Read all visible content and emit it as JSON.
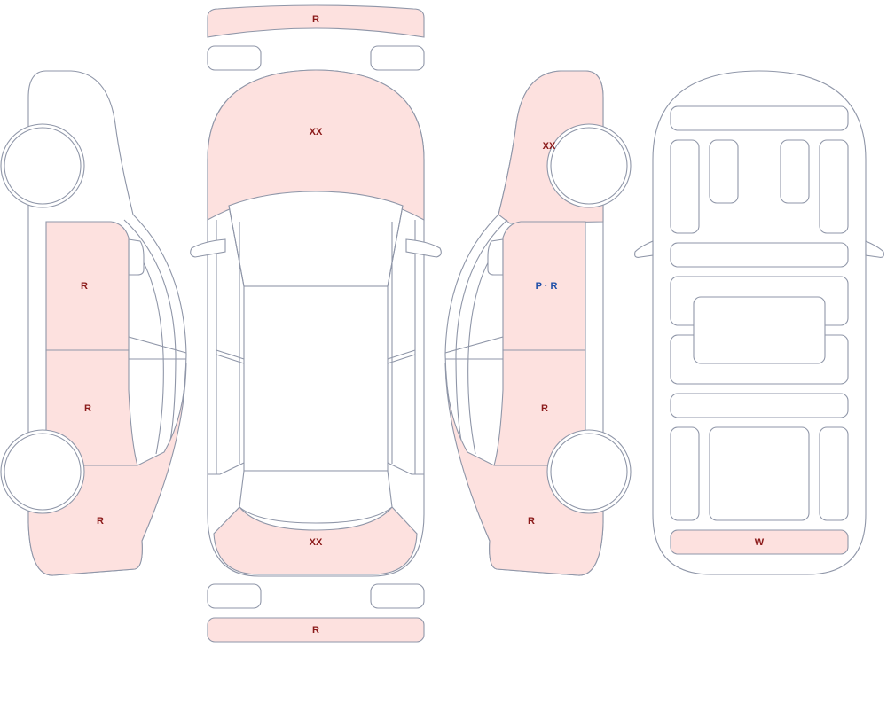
{
  "colors": {
    "highlight_fill": "#fde1df",
    "outline": "#8f96a8",
    "label_red": "#8b1a1a",
    "label_blue": "#1f4fa8"
  },
  "labels": {
    "front_bumper": "R",
    "hood": "XX",
    "trunk_lid": "XX",
    "rear_bumper": "R",
    "left_front_fender": "R",
    "left_rear_door": "R",
    "left_rear_quarter": "R",
    "right_front_fender": "XX",
    "right_front_door": "P · R",
    "right_rear_door": "R",
    "right_rear_quarter": "R",
    "underbody_rear": "W"
  }
}
